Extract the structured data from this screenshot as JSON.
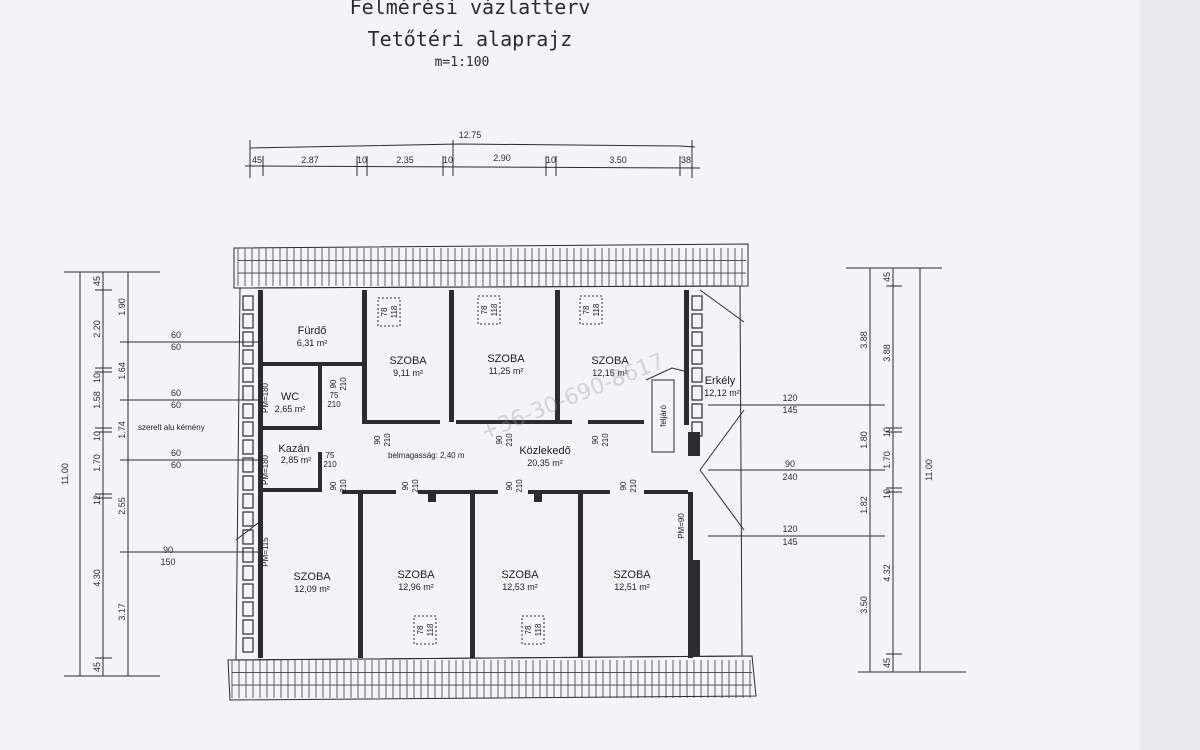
{
  "header": {
    "line1": "Felmérési vázlatterv",
    "line2": "Tetőtéri alaprajz",
    "scale": "m=1:100"
  },
  "top_dims": {
    "total": "12.75",
    "segments": [
      "45",
      "2.87",
      "10",
      "2.35",
      "10",
      "2.90",
      "10",
      "3.50",
      "38"
    ]
  },
  "left_dims": {
    "total": "11.00",
    "col_a": [
      "45",
      "2.20",
      "10",
      "1.58",
      "10",
      "1.70",
      "12",
      "4.30",
      "45"
    ],
    "col_b": [
      "1.90",
      "1.64",
      "1.74",
      "2.55",
      "3.17"
    ]
  },
  "right_dims": {
    "total": "11.00",
    "col_a": [
      "3.88",
      "1.80",
      "1.82",
      "3.50"
    ],
    "col_b": [
      "45",
      "3.88",
      "10",
      "1.70",
      "10",
      "4.32",
      "45"
    ]
  },
  "window_marks_left": [
    {
      "a": "60",
      "b": "60"
    },
    {
      "a": "60",
      "b": "60"
    },
    {
      "a": "60",
      "b": "60"
    },
    {
      "a": "90",
      "b": "150"
    }
  ],
  "window_marks_right": [
    {
      "a": "120",
      "b": "145"
    },
    {
      "a": "90",
      "b": "240"
    },
    {
      "a": "120",
      "b": "145"
    }
  ],
  "rooms": [
    {
      "name": "Fürdő",
      "area": "6,31 m²"
    },
    {
      "name": "SZOBA",
      "area": "9,11 m²"
    },
    {
      "name": "SZOBA",
      "area": "11,25 m²"
    },
    {
      "name": "SZOBA",
      "area": "12,15 m²"
    },
    {
      "name": "Erkély",
      "area": "12,12 m²"
    },
    {
      "name": "WC",
      "area": "2,65 m²"
    },
    {
      "name": "Kazán",
      "area": "2,85 m²"
    },
    {
      "name": "Közlekedő",
      "area": "20,35 m²"
    },
    {
      "name": "SZOBA",
      "area": "12,09 m²"
    },
    {
      "name": "SZOBA",
      "area": "12,96 m²"
    },
    {
      "name": "SZOBA",
      "area": "12,53 m²"
    },
    {
      "name": "SZOBA",
      "area": "12,51 m²"
    }
  ],
  "labels": {
    "chimney": "szerelt alu kémény",
    "ceiling_height": "belmagasság: 2,40 m",
    "stairs": "feljáró",
    "pm180_a": "PM=180",
    "pm180_b": "PM=180",
    "pm115": "PM=115",
    "pm90": "PM=90"
  },
  "door_marks": {
    "d90_210": {
      "a": "90",
      "b": "210"
    },
    "d75_210": {
      "a": "75",
      "b": "210"
    },
    "roof_window": {
      "a": "78",
      "b": "118"
    }
  },
  "watermark": "+36-30-690-8617"
}
